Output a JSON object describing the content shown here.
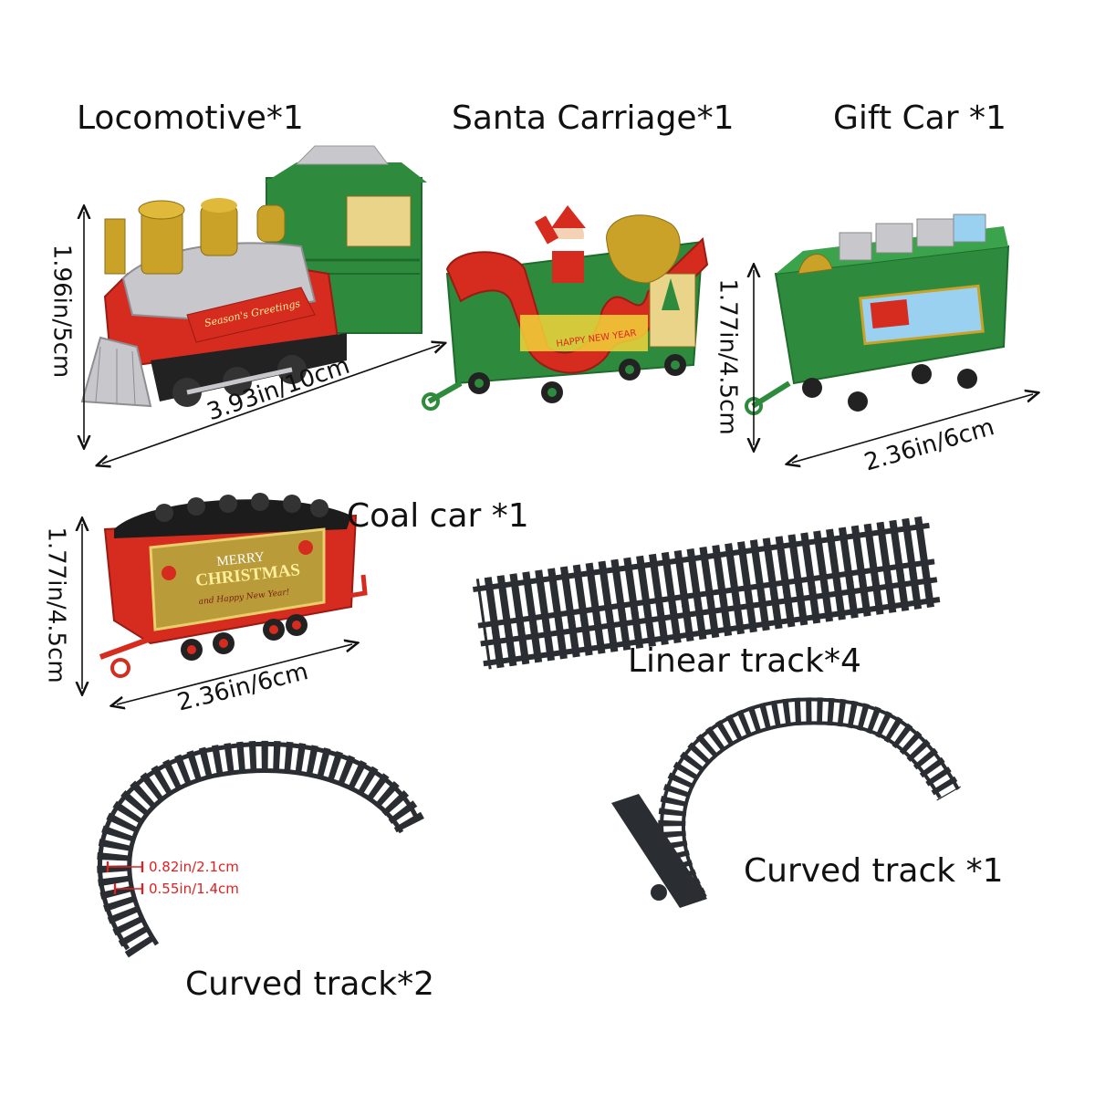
{
  "items": {
    "locomotive": {
      "label": "Locomotive*1",
      "height": "1.96in/5cm",
      "length": "3.93in/10cm",
      "plate": "Season's Greetings"
    },
    "santa_carriage": {
      "label": "Santa Carriage*1",
      "plate": "HAPPY NEW YEAR"
    },
    "gift_car": {
      "label": "Gift Car *1",
      "height": "1.77in/4.5cm",
      "length": "2.36in/6cm"
    },
    "coal_car": {
      "label": "Coal car *1",
      "height": "1.77in/4.5cm",
      "length": "2.36in/6cm",
      "plate_line1": "MERRY",
      "plate_line2": "CHRISTMAS",
      "plate_line3": "and Happy New Year!"
    },
    "linear_track": {
      "label": "Linear track*4"
    },
    "curved_track_2": {
      "label": "Curved track*2",
      "outer_width": "0.82in/2.1cm",
      "inner_width": "0.55in/1.4cm"
    },
    "curved_track_1": {
      "label": "Curved track *1"
    }
  },
  "colors": {
    "red": "#d62b1f",
    "green": "#2e8b3e",
    "gold": "#c9a227",
    "silver": "#c8c8cc",
    "track": "#2a2d31",
    "dim_red": "#e02020"
  }
}
